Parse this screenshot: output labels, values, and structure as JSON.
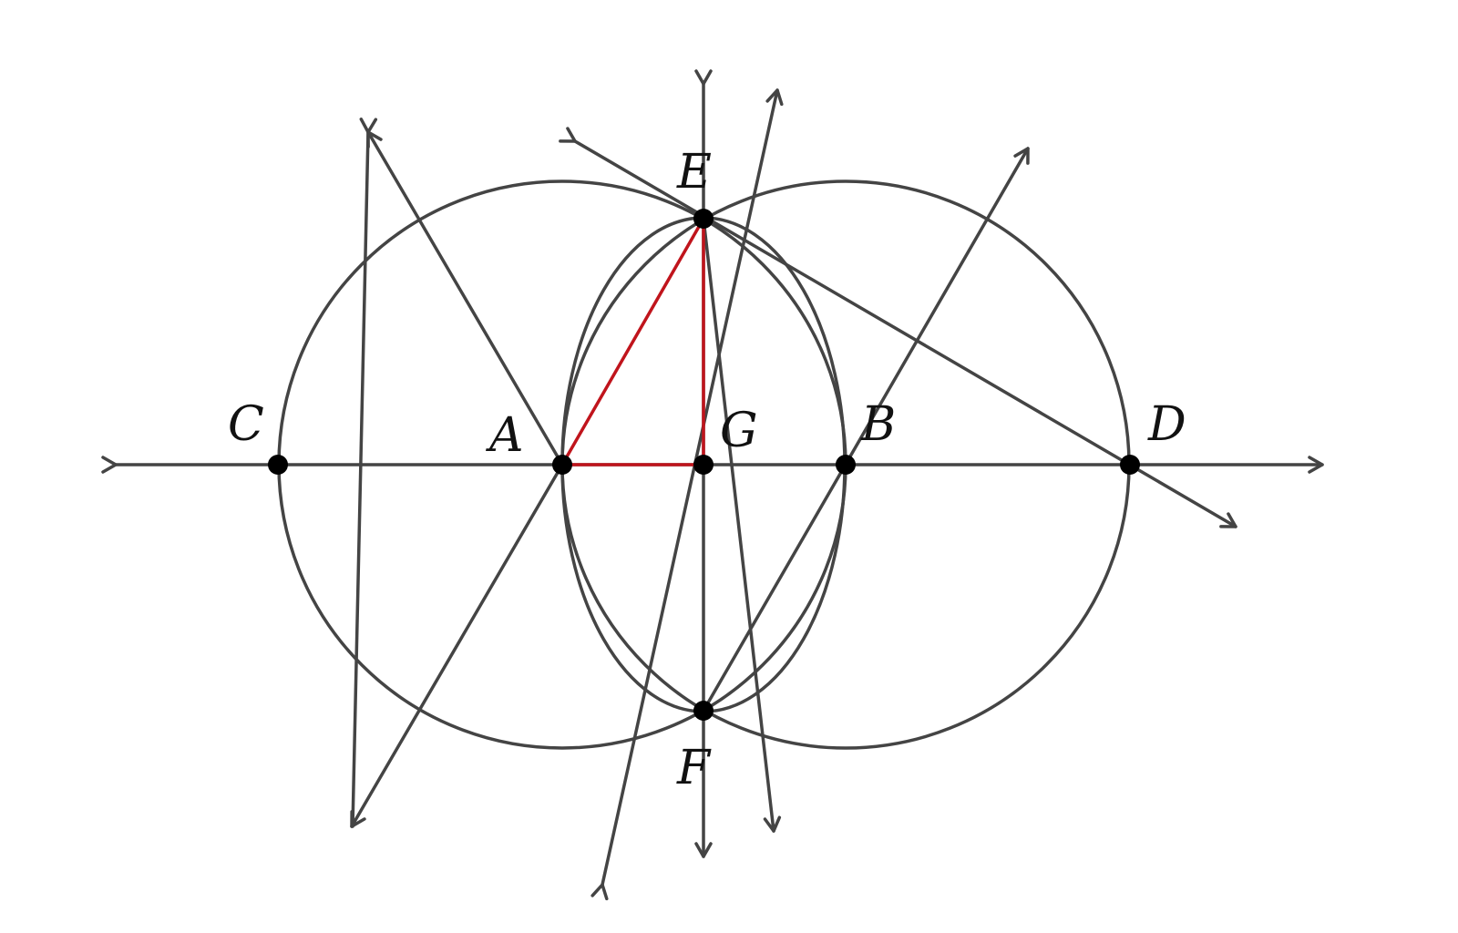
{
  "diagram": {
    "colors": {
      "background": "#ffffff",
      "line": "#444444",
      "highlight": "#c0141c",
      "point": "#000000",
      "label": "#111111"
    },
    "labels": {
      "A": "A",
      "B": "B",
      "C": "C",
      "D": "D",
      "E": "E",
      "F": "F",
      "G": "G"
    }
  }
}
